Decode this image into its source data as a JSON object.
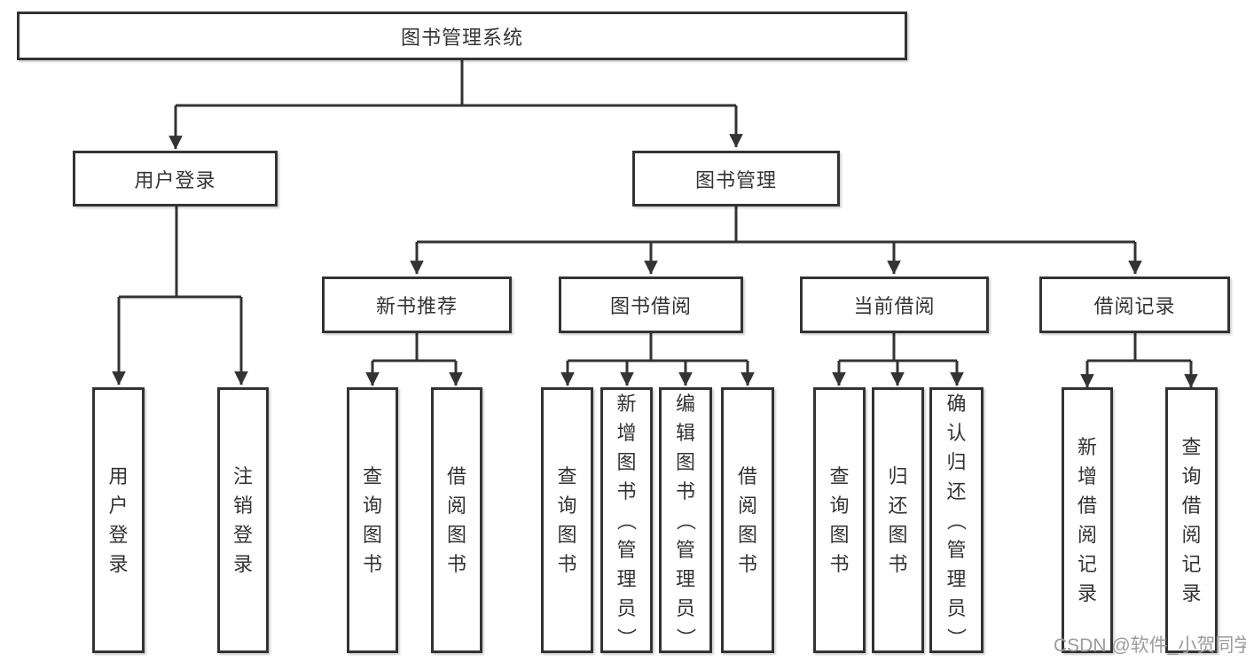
{
  "diagram": {
    "root": {
      "label": "图书管理系统"
    },
    "branches": [
      {
        "label": "用户登录",
        "children": [
          {
            "label": "用户登录"
          },
          {
            "label": "注销登录"
          }
        ]
      },
      {
        "label": "图书管理",
        "children": [
          {
            "label": "新书推荐",
            "children": [
              {
                "label": "查询图书"
              },
              {
                "label": "借阅图书"
              }
            ]
          },
          {
            "label": "图书借阅",
            "children": [
              {
                "label": "查询图书"
              },
              {
                "label": "新增图书（管理员）"
              },
              {
                "label": "编辑图书（管理员）"
              },
              {
                "label": "借阅图书"
              }
            ]
          },
          {
            "label": "当前借阅",
            "children": [
              {
                "label": "查询图书"
              },
              {
                "label": "归还图书"
              },
              {
                "label": "确认归还（管理员）"
              }
            ]
          },
          {
            "label": "借阅记录",
            "children": [
              {
                "label": "新增借阅记录"
              },
              {
                "label": "查询借阅记录"
              }
            ]
          }
        ]
      }
    ]
  },
  "watermark": {
    "text": "CSDN @软件_小贺同学"
  },
  "colors": {
    "line": "#333333",
    "text": "#333333",
    "border": "#333333",
    "watermark": "#9b9b9b",
    "background": "#ffffff"
  }
}
